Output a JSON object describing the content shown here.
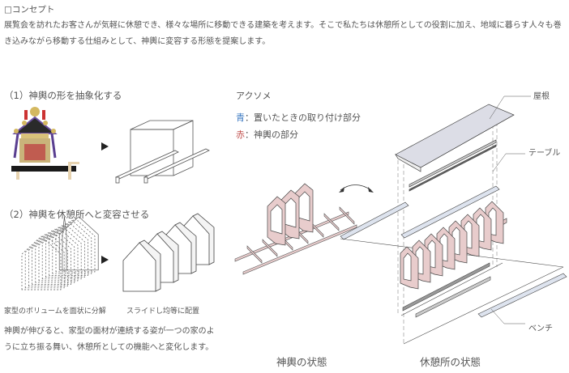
{
  "concept": {
    "title": "□コンセプト",
    "body": "展覧会を訪れたお客さんが気軽に休憩でき、様々な場所に移動できる建築を考えます。そこで私たちは休憩所としての役割に加え、地域に暮らす人々も巻き込みながら移動する仕組みとして、神輿に変容する形態を提案します。"
  },
  "steps": [
    {
      "heading": "（1）神輿の形を抽象化する"
    },
    {
      "heading": "（2）神輿を休憩所へと変容させる",
      "caption_left": "家型のボリュームを面状に分解",
      "caption_right": "スライドし均等に配置"
    }
  ],
  "summary": "神輿が伸びると、家型の面材が連続する姿が一つの家のように立ち振る舞い、休憩所としての機能へと変化します。",
  "axonometric": {
    "title": "アクソメ",
    "legend": [
      {
        "key": "青",
        "text": "：置いたときの取り付け部分",
        "color": "#3a78c2"
      },
      {
        "key": "赤",
        "text": "：神輿の部分",
        "color": "#c0504d"
      }
    ],
    "labels": {
      "roof": "屋根",
      "table": "テーブル",
      "bench": "ベンチ"
    },
    "state_mikoshi": "神輿の状態",
    "state_rest": "休憩所の状態"
  },
  "colors": {
    "frame_fill": "#e8cccc",
    "bench_fill": "#dde3ee",
    "line": "#444444"
  }
}
